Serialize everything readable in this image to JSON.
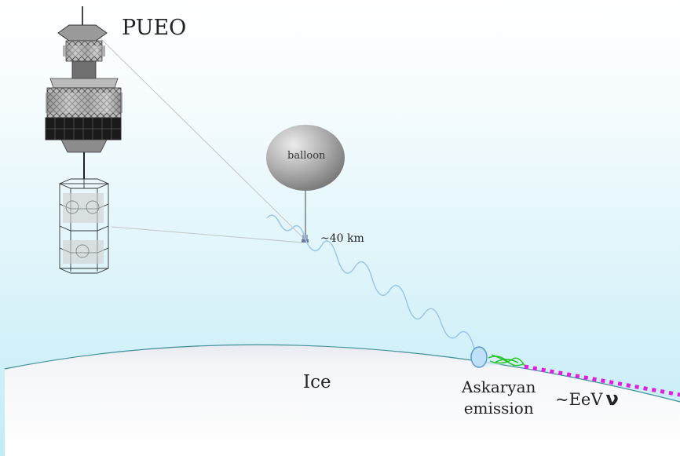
{
  "labels": {
    "payload": "PUEO",
    "balloon": "balloon",
    "altitude": "~40 km",
    "ice": "Ice",
    "emission_line1": "Askaryan",
    "emission_line2": "emission",
    "neutrino_energy": "~EeV",
    "neutrino_symbol": "ν"
  },
  "colors": {
    "sky": "#c8eef7",
    "ice_edge": "#3f8f96",
    "radio_wave": "#9cc6ea",
    "neutrino_track": "#e020e0",
    "shower": "#22c422",
    "cone": "#a9d8f5",
    "balloon": "#888888"
  }
}
